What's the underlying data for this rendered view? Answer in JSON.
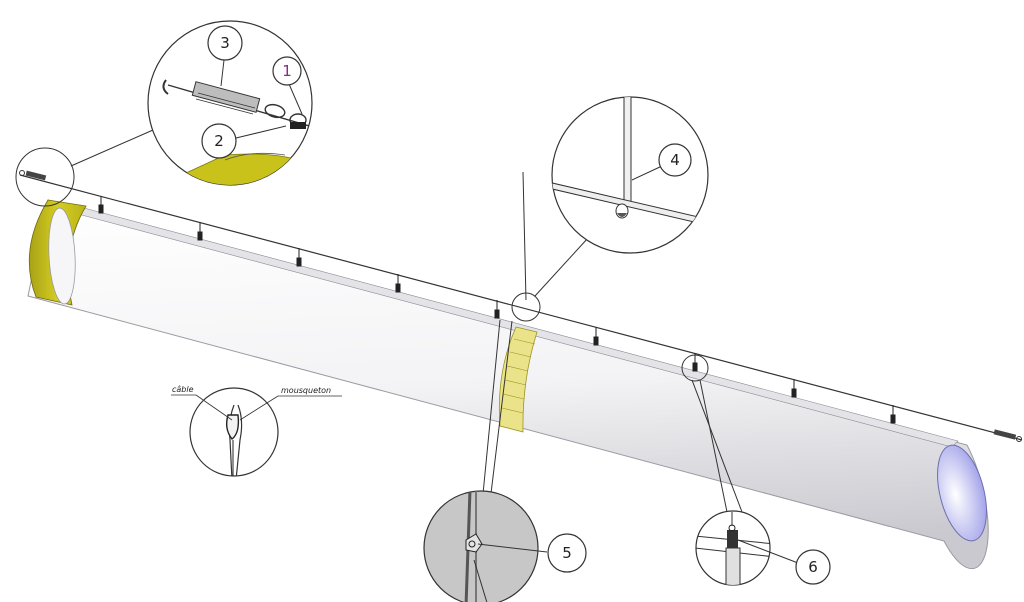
{
  "callouts": [
    {
      "id": "1",
      "label": "1",
      "color": "#8a2a8a"
    },
    {
      "id": "2",
      "label": "2",
      "color": "#222222"
    },
    {
      "id": "3",
      "label": "3",
      "color": "#222222"
    },
    {
      "id": "4",
      "label": "4",
      "color": "#222222"
    },
    {
      "id": "5",
      "label": "5",
      "color": "#222222"
    },
    {
      "id": "6",
      "label": "6",
      "color": "#222222"
    }
  ],
  "labels": {
    "cable": "câble",
    "carabiner": "mousqueton"
  },
  "colors": {
    "end_cap": "#c9c21a",
    "end_cap_dark": "#8f8a10",
    "band": "#e8e07a",
    "far_cap": "#b9b9ee",
    "line": "#333333"
  }
}
